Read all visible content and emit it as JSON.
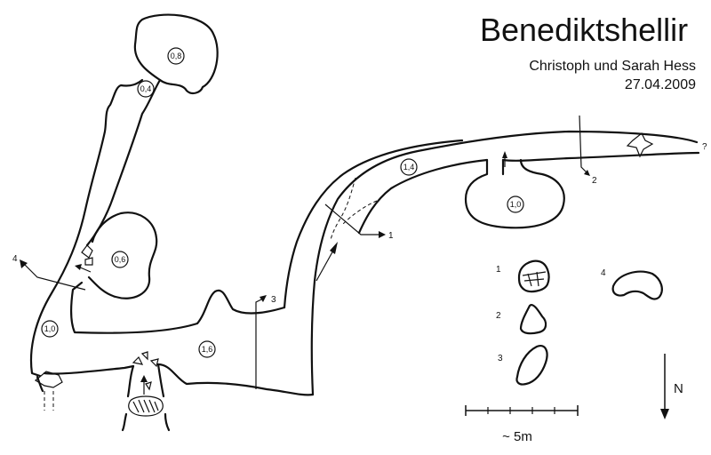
{
  "title": "Benediktshellir",
  "authors": "Christoph und Sarah Hess",
  "date": "27.04.2009",
  "depths": {
    "d1": "0,8",
    "d2": "0,4",
    "d3": "0,6",
    "d4": "1,0",
    "d5": "1,6",
    "d6": "1,4",
    "d7": "1,0"
  },
  "section_labels": {
    "s1": "1",
    "s2": "2",
    "s3": "3",
    "s4": "4",
    "legend1": "1",
    "legend2": "2",
    "legend3": "3",
    "legend4": "4",
    "unknown": "?"
  },
  "scale_label": "~ 5m",
  "north_label": "N"
}
